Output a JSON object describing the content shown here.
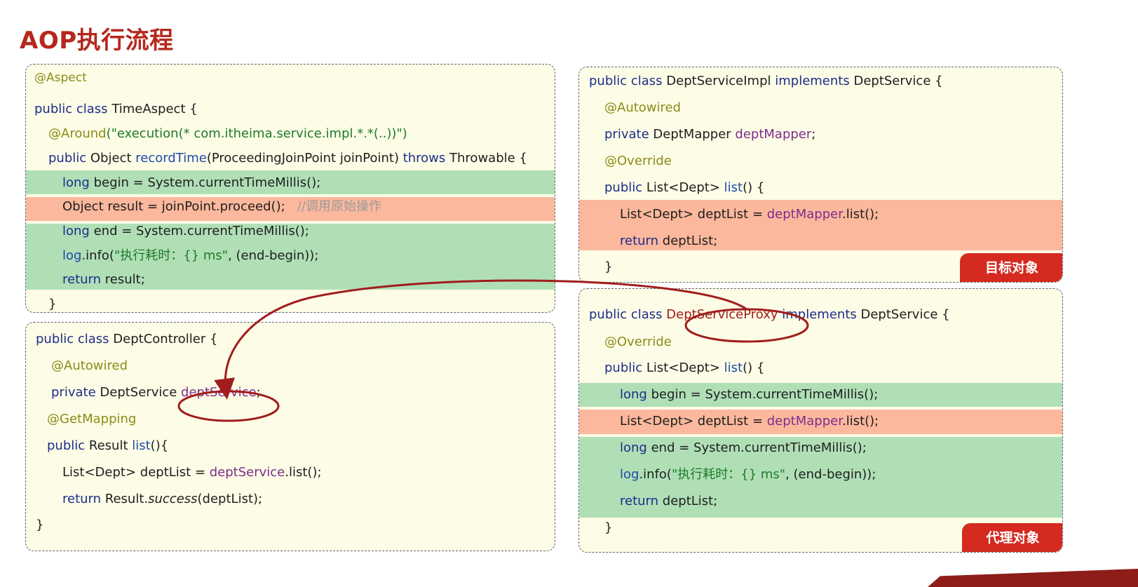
{
  "title": "AOP执行流程",
  "colors": {
    "title": "#b5281d",
    "keyword": "#1d2d8a",
    "annotation": "#8b8b17",
    "string": "#1d7a2a",
    "comment": "#9a9a9a",
    "field": "#7b2d8e",
    "highlight_green": "#b0dfb6",
    "highlight_red": "#fbb89c",
    "badge": "#d42a20",
    "circle": "#a01d1d"
  },
  "aspect": {
    "annotation": "@Aspect",
    "kw_public_class": "public class",
    "class_name": "TimeAspect {",
    "around_ann": "@Around",
    "around_args": "(\"execution(* com.itheima.service.impl.*.*(..))\")",
    "kw_public": "public",
    "sig_return_type": " Object ",
    "sig_method": "recordTime",
    "sig_params": "(ProceedingJoinPoint joinPoint) ",
    "kw_throws": "throws",
    "sig_throwable": " Throwable {",
    "kw_long": "long",
    "begin_stmt": " begin = System.currentTimeMillis();",
    "proceed_stmt": "Object result = joinPoint.proceed();   ",
    "proceed_comment": "//调用原始操作",
    "end_stmt": " end = System.currentTimeMillis();",
    "log_obj": "log",
    "log_call": ".info(",
    "log_str": "\"执行耗时：{} ms\"",
    "log_args": ", (end-begin));",
    "kw_return": "return",
    "return_stmt": " result;",
    "close_brace": "}"
  },
  "controller": {
    "kw_public_class": "public class",
    "class_name": " DeptController {",
    "autowired": "@Autowired",
    "kw_private": "private",
    "field_type": " DeptService ",
    "field_name": "deptService",
    "field_semicolon": ";",
    "getmapping": "@GetMapping",
    "kw_public": "public",
    "method_type": " Result ",
    "method_name": "list",
    "method_parens": "(){",
    "list_decl": "List<Dept> deptList = ",
    "list_field": "deptService",
    "list_call": ".list();",
    "kw_return": "return",
    "return_result": " Result.",
    "return_success": "success",
    "return_args": "(deptList);",
    "close_brace": "}"
  },
  "impl": {
    "kw_public_class": "public class",
    "class_name": " DeptServiceImpl ",
    "kw_implements": "implements",
    "interface": " DeptService {",
    "autowired": "@Autowired",
    "kw_private": "private",
    "field_type": " DeptMapper ",
    "field_name": "deptMapper",
    "field_semicolon": ";",
    "override": "@Override",
    "kw_public": "public",
    "method_type": " List<Dept> ",
    "method_name": "list",
    "method_parens": "() {",
    "list_decl": "List<Dept> deptList = ",
    "list_field": "deptMapper",
    "list_call": ".list();",
    "kw_return": "return",
    "return_stmt": " deptList;",
    "close_brace": "}",
    "badge": "目标对象"
  },
  "proxy": {
    "kw_public_class": "public class ",
    "class_name": "DeptServiceProxy",
    "kw_implements": " implements",
    "interface": " DeptService {",
    "override": "@Override",
    "kw_public": "public",
    "method_type": " List<Dept> ",
    "method_name": "list",
    "method_parens": "() {",
    "kw_long": "long",
    "begin_stmt": " begin = System.currentTimeMillis();",
    "list_decl": "List<Dept> deptList = ",
    "list_field": "deptMapper",
    "list_call": ".list();",
    "end_stmt": " end = System.currentTimeMillis();",
    "log_obj": "log",
    "log_call": ".info(",
    "log_str": "\"执行耗时：{} ms\"",
    "log_args": ", (end-begin));",
    "kw_return": "return",
    "return_stmt": " deptList;",
    "close_brace": "}",
    "badge": "代理对象"
  }
}
